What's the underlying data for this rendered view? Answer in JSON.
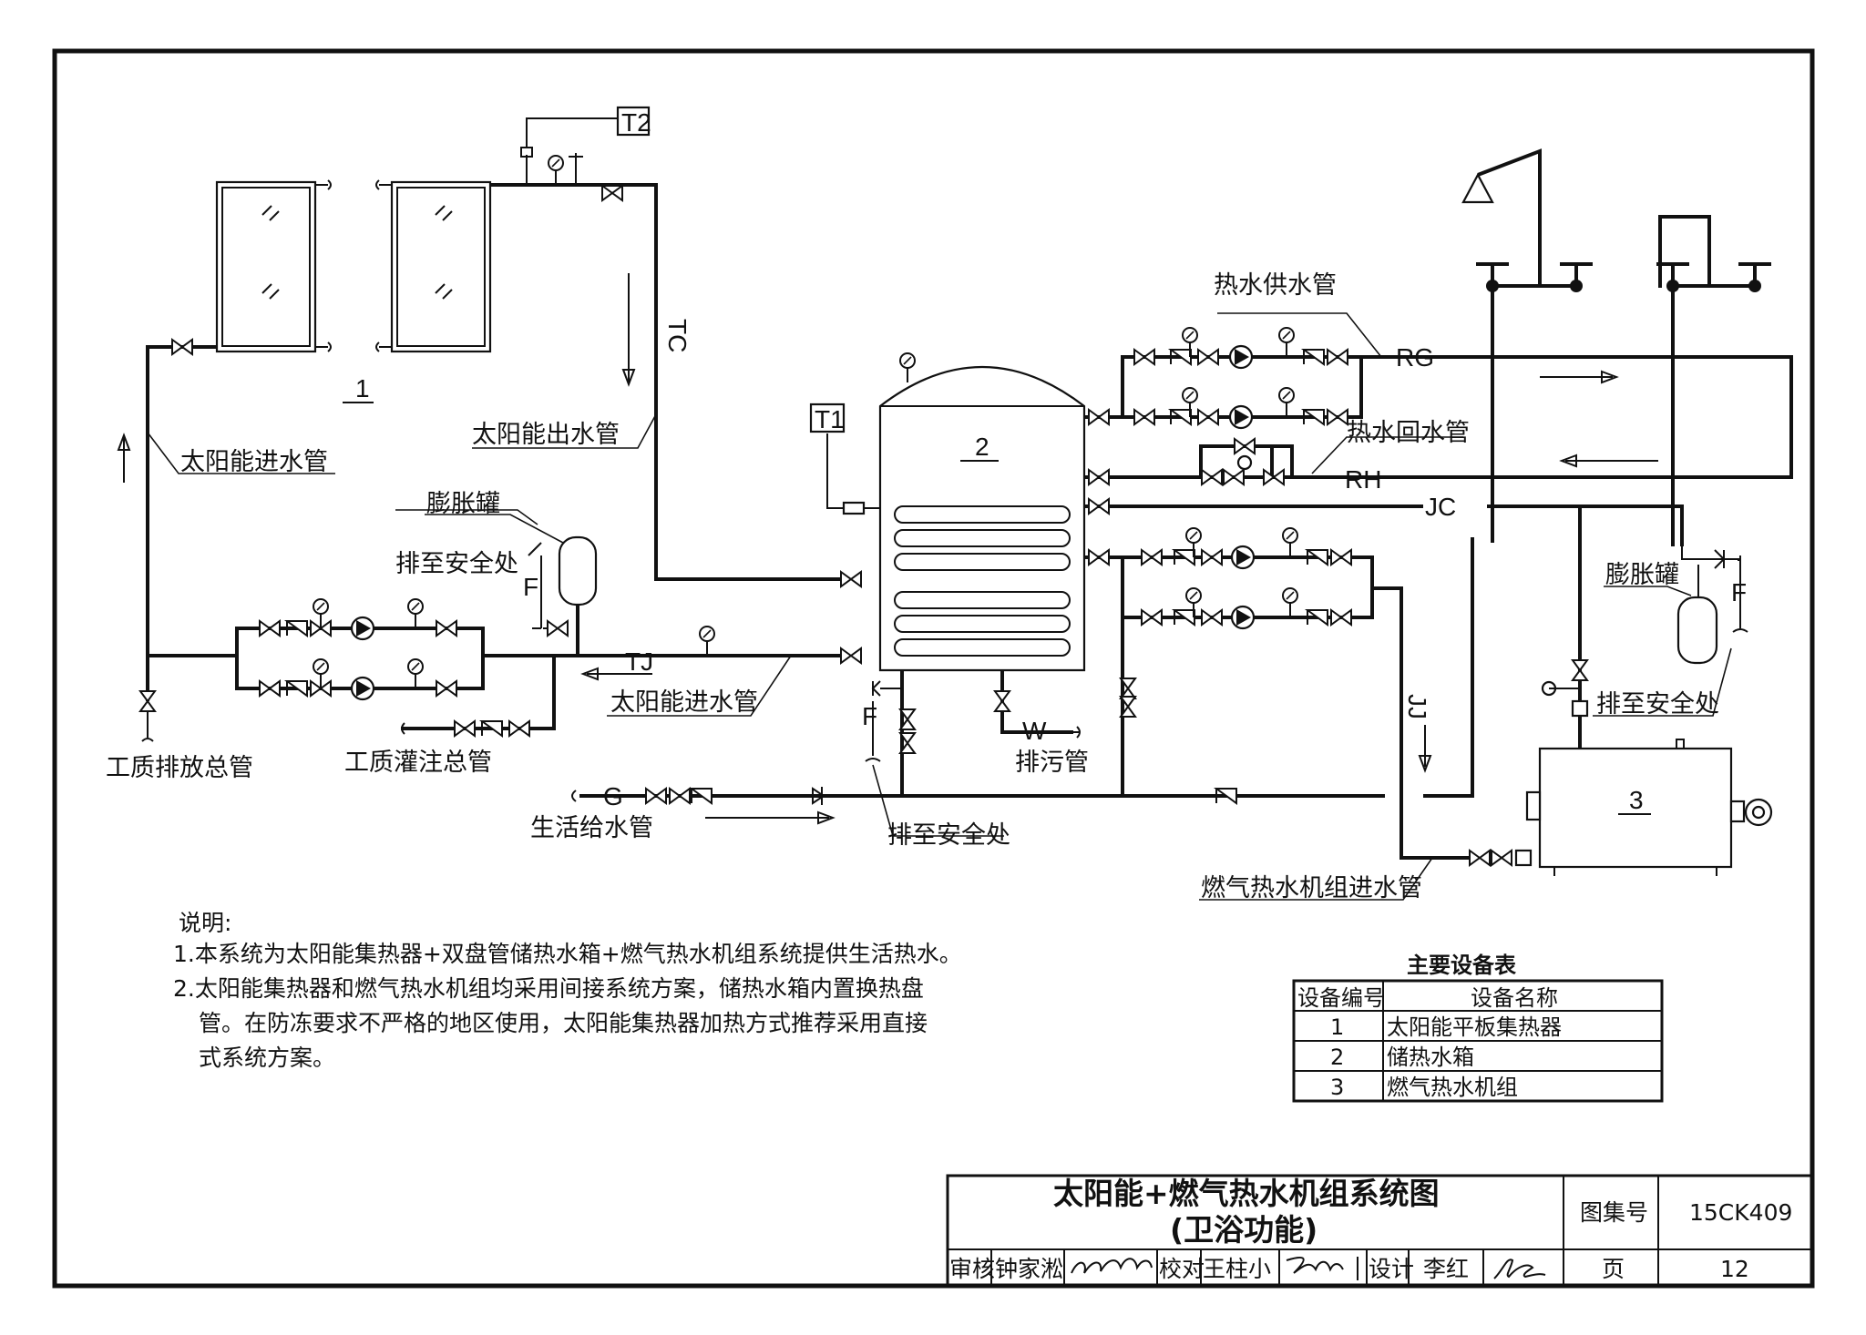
{
  "labels": {
    "solar_inlet_pipe_left": "太阳能进水管",
    "solar_outlet_pipe": "太阳能出水管",
    "solar_inlet_pipe_mid": "太阳能进水管",
    "expansion_tank_left": "膨胀罐",
    "to_safe_place_left": "排至安全处",
    "to_safe_place_mid": "排至安全处",
    "to_safe_place_right": "排至安全处",
    "medium_drain_main": "工质排放总管",
    "medium_fill_main": "工质灌注总管",
    "domestic_water_supply": "生活给水管",
    "sewage_pipe": "排污管",
    "hot_water_supply_pipe": "热水供水管",
    "hot_water_return_pipe": "热水回水管",
    "expansion_tank_right": "膨胀罐",
    "gas_heater_inlet_pipe": "燃气热水机组进水管"
  },
  "codes": {
    "t1": "T1",
    "t2": "T2",
    "tc": "TC",
    "tj": "TJ",
    "g": "G",
    "w": "W",
    "rg": "RG",
    "rh": "RH",
    "jc": "JC",
    "jj": "JJ",
    "f_left": "F",
    "f_mid": "F",
    "f_right": "F"
  },
  "numbers": {
    "collector": "1",
    "tank": "2",
    "gas_unit": "3"
  },
  "notes": {
    "heading": "说明:",
    "line1": "1.本系统为太阳能集热器+双盘管储热水箱+燃气热水机组系统提供生活热水。",
    "line2": "2.太阳能集热器和燃气热水机组均采用间接系统方案，储热水箱内置换热盘",
    "line3": "管。在防冻要求不严格的地区使用，太阳能集热器加热方式推荐采用直接",
    "line4": "式系统方案。"
  },
  "equipment_table": {
    "title": "主要设备表",
    "headers": [
      "设备编号",
      "设备名称"
    ],
    "rows": [
      [
        "1",
        "太阳能平板集热器"
      ],
      [
        "2",
        "储热水箱"
      ],
      [
        "3",
        "燃气热水机组"
      ]
    ]
  },
  "title_block": {
    "title_line1": "太阳能+燃气热水机组系统图",
    "title_line2": "(卫浴功能)",
    "atlas_label": "图集号",
    "atlas_no": "15CK409",
    "page_label": "页",
    "page_no": "12",
    "review_label": "审核",
    "reviewer": "钟家淞",
    "check_label": "校对",
    "checker": "王柱小",
    "design_label": "设计",
    "designer": "李红"
  }
}
